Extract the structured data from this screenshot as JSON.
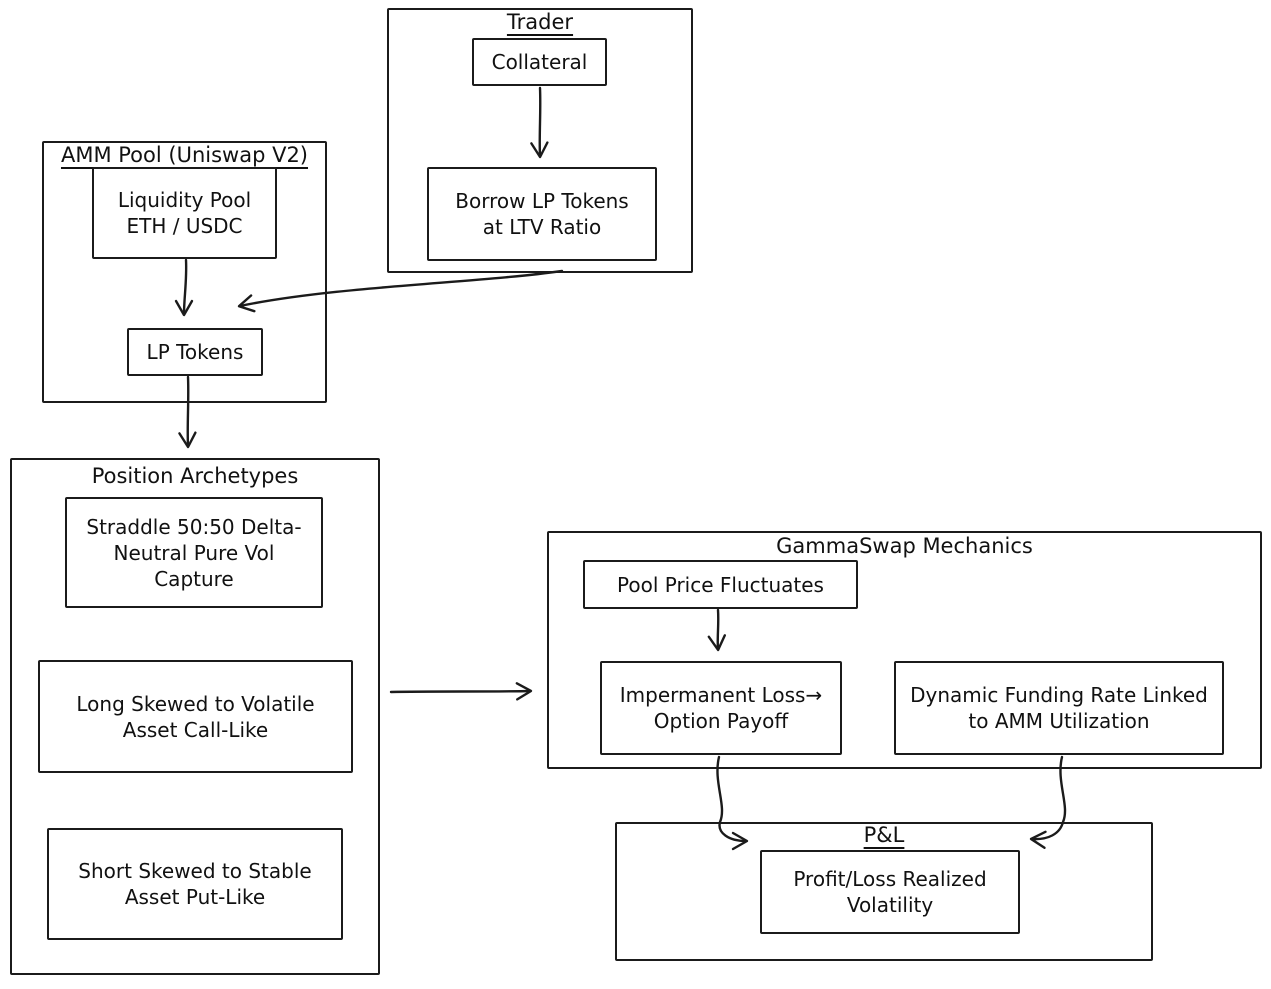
{
  "diagram": {
    "background_color": "#ffffff",
    "stroke_color": "#1b1b1b",
    "style": "hand-drawn flowchart",
    "groups": {
      "trader": {
        "title": "Trader",
        "underlined": true
      },
      "amm_pool": {
        "title": "AMM Pool (Uniswap V2)",
        "underlined": true
      },
      "position_archetypes": {
        "title": "Position Archetypes",
        "underlined": false
      },
      "gammaswap_mechanics": {
        "title": "GammaSwap Mechanics",
        "underlined": false
      },
      "pnl": {
        "title": "P&L",
        "underlined": true
      }
    },
    "nodes": {
      "collateral": "Collateral",
      "borrow": "Borrow LP Tokens\nat LTV Ratio",
      "liquidity_pool": "Liquidity Pool\nETH / USDC",
      "lp_tokens": "LP Tokens",
      "straddle": "Straddle 50:50 Delta-\nNeutral Pure Vol\nCapture",
      "long_skew": "Long Skewed to Volatile\nAsset Call-Like",
      "short_skew": "Short Skewed to Stable\nAsset Put-Like",
      "pool_price": "Pool Price Fluctuates",
      "impermanent": "Impermanent Loss→\nOption Payoff",
      "dynamic_funding": "Dynamic Funding Rate Linked\nto AMM Utilization",
      "profit_loss": "Profit/Loss Realized\nVolatility"
    },
    "edges": [
      {
        "from": "Collateral",
        "to": "Borrow LP Tokens at LTV Ratio"
      },
      {
        "from": "Liquidity Pool ETH / USDC",
        "to": "LP Tokens"
      },
      {
        "from": "Borrow LP Tokens at LTV Ratio",
        "to": "LP Tokens"
      },
      {
        "from": "LP Tokens",
        "to": "Position Archetypes"
      },
      {
        "from": "Position Archetypes",
        "to": "GammaSwap Mechanics"
      },
      {
        "from": "Pool Price Fluctuates",
        "to": "Impermanent Loss→ Option Payoff"
      },
      {
        "from": "Impermanent Loss→ Option Payoff",
        "to": "P&L"
      },
      {
        "from": "Dynamic Funding Rate Linked to AMM Utilization",
        "to": "P&L"
      }
    ]
  }
}
